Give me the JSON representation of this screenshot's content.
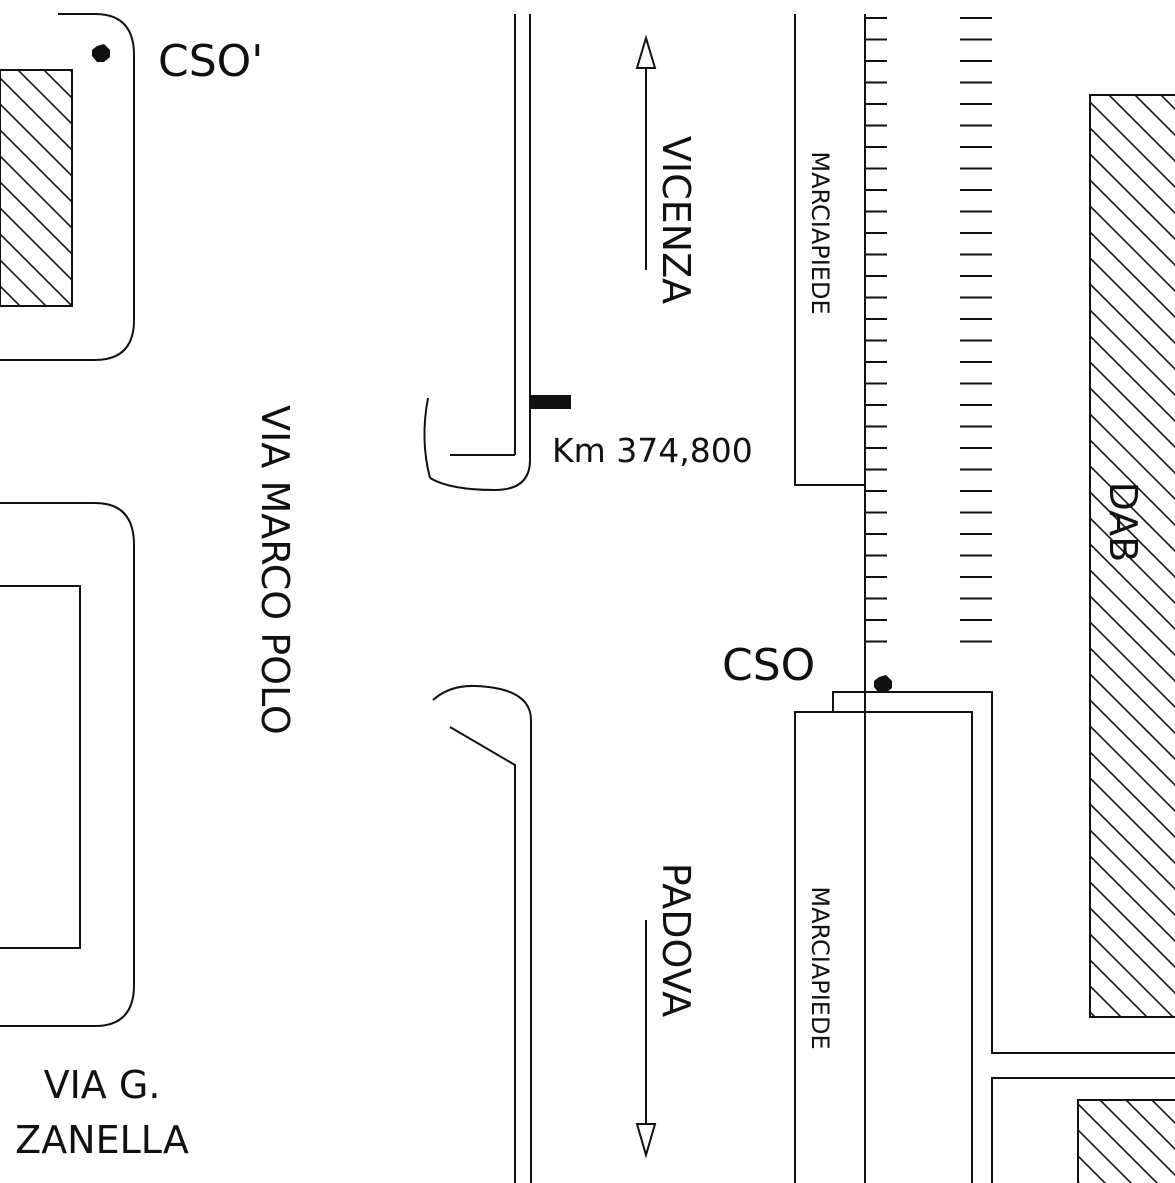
{
  "labels": {
    "cso_top": "CSO'",
    "cso_bottom": "CSO",
    "vicenza": "VICENZA",
    "padova": "PADOVA",
    "via_marco_polo": "VIA MARCO POLO",
    "marciapiede_top": "MARCIAPIEDE",
    "marciapiede_bottom": "MARCIAPIEDE",
    "km_marker": "Km 374,800",
    "dab": "DAB",
    "via_zanella_line1": "VIA G.",
    "via_zanella_line2": "ZANELLA"
  },
  "colors": {
    "ink": "#111111",
    "paper": "#ffffff"
  }
}
